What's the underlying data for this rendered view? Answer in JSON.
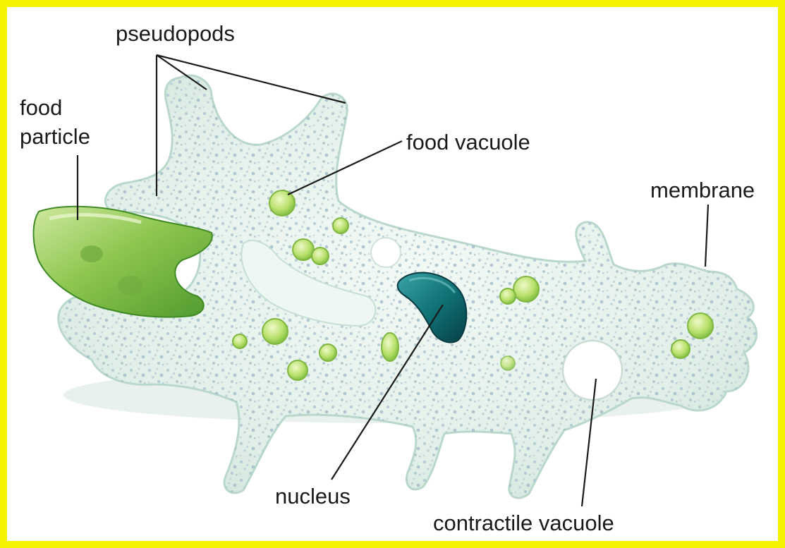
{
  "labels": {
    "pseudopods": "pseudopods",
    "food_particle_line1": "food",
    "food_particle_line2": "particle",
    "food_vacuole": "food vacuole",
    "membrane": "membrane",
    "nucleus": "nucleus",
    "contractile_vacuole": "contractile vacuole"
  },
  "colors": {
    "frame_border": "#f4f200",
    "outer_background": "#00007a",
    "cytoplasm": "#e4f1ea",
    "membrane_edge": "#b9d8cb",
    "granules": "#9bb8c8",
    "food_particle": "#8ec64f",
    "food_vacuole": "#b8e06a",
    "nucleus": "#0f6f73",
    "contractile_vacuole": "#ffffff",
    "leader_lines": "#1a1a1a"
  }
}
